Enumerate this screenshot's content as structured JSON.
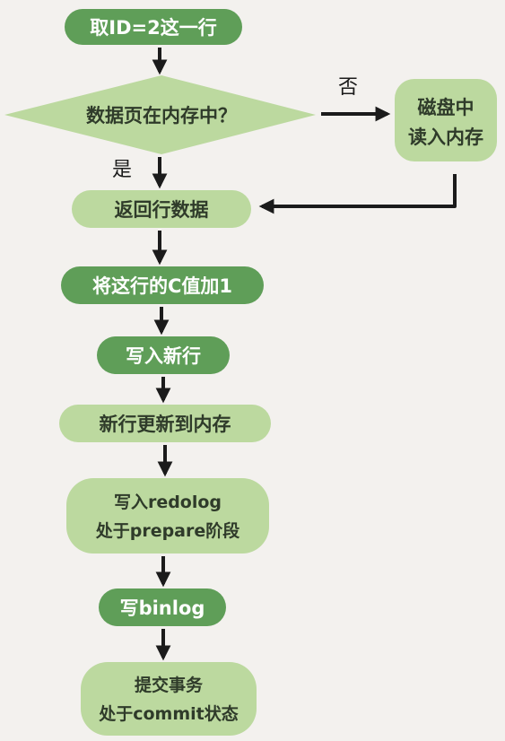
{
  "colors": {
    "dark_node": "#5f9e58",
    "light_node": "#bcd99f",
    "dark_text": "#ffffff",
    "light_text": "#2f3b2a",
    "arrow": "#1b1b1b",
    "background": "#f3f1ee"
  },
  "nodes": {
    "fetch_row": "取ID=2这一行",
    "in_memory_question": "数据页在内存中？",
    "disk_read_line1": "磁盘中",
    "disk_read_line2": "读入内存",
    "return_row": "返回行数据",
    "increment_c": "将这行的C值加1",
    "write_new_row": "写入新行",
    "update_memory": "新行更新到内存",
    "redolog_line1": "写入redolog",
    "redolog_line2": "处于prepare阶段",
    "write_binlog": "写binlog",
    "commit_line1": "提交事务",
    "commit_line2": "处于commit状态"
  },
  "edge_labels": {
    "no": "否",
    "yes": "是"
  }
}
